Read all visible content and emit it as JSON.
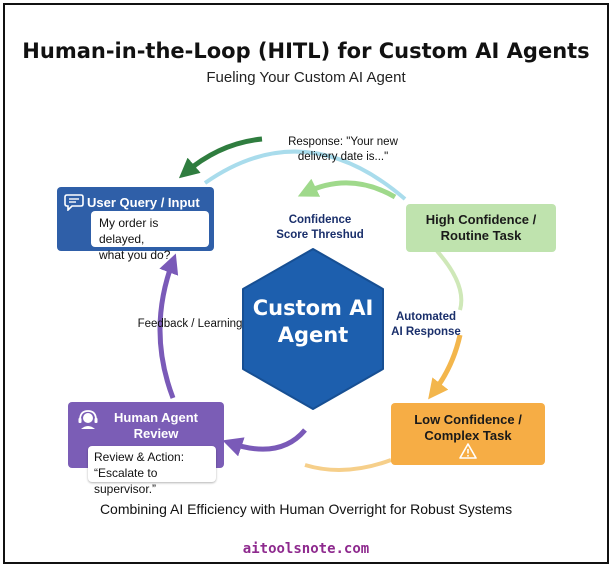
{
  "title": "Human-in-the-Loop (HITL) for Custom AI Agents",
  "subtitle": "Fueling Your Custom AI Agent",
  "center": {
    "line1": "Custom AI",
    "line2": "Agent"
  },
  "nodes": {
    "user_query": {
      "title": "User Query / Input",
      "bubble_line1": "My order is delayed,",
      "bubble_line2": "what you do?",
      "icon": "chat-icon"
    },
    "high_confidence": {
      "title_line1": "High Confidence /",
      "title_line2": "Routine Task"
    },
    "low_confidence": {
      "title_line1": "Low Confidence /",
      "title_line2": "Complex Task",
      "icon": "warning-icon"
    },
    "human_review": {
      "title_line1": "Human Agent",
      "title_line2": "Review",
      "bubble_line1": "Review & Action:",
      "bubble_line2": "“Escalate to supervisor.”",
      "icon": "headset-icon"
    }
  },
  "edge_labels": {
    "response_line1": "Response: \"Your new",
    "response_line2": "delivery date is...\"",
    "confidence_line1": "Confidence",
    "confidence_line2": "Score Threshud",
    "automated_line1": "Automated",
    "automated_line2": "AI Response",
    "feedback": "Feedback / Learning"
  },
  "caption": "Combining AI Efficiency with Human Overright for Robust Systems",
  "brand": "aitoolsnote.com",
  "colors": {
    "user_node": "#2f5fa8",
    "high_node": "#bfe3ae",
    "low_node": "#f6ad45",
    "human_node": "#7b5db6",
    "center_hex": "#1d5fae",
    "arrow_green": "#2f7d3f",
    "arrow_light_green": "#9fd98b",
    "arrow_light_blue": "#a9dcec",
    "arrow_orange": "#f3b64c",
    "arrow_purple": "#7a5ab8",
    "brand": "#8e2a8e"
  }
}
